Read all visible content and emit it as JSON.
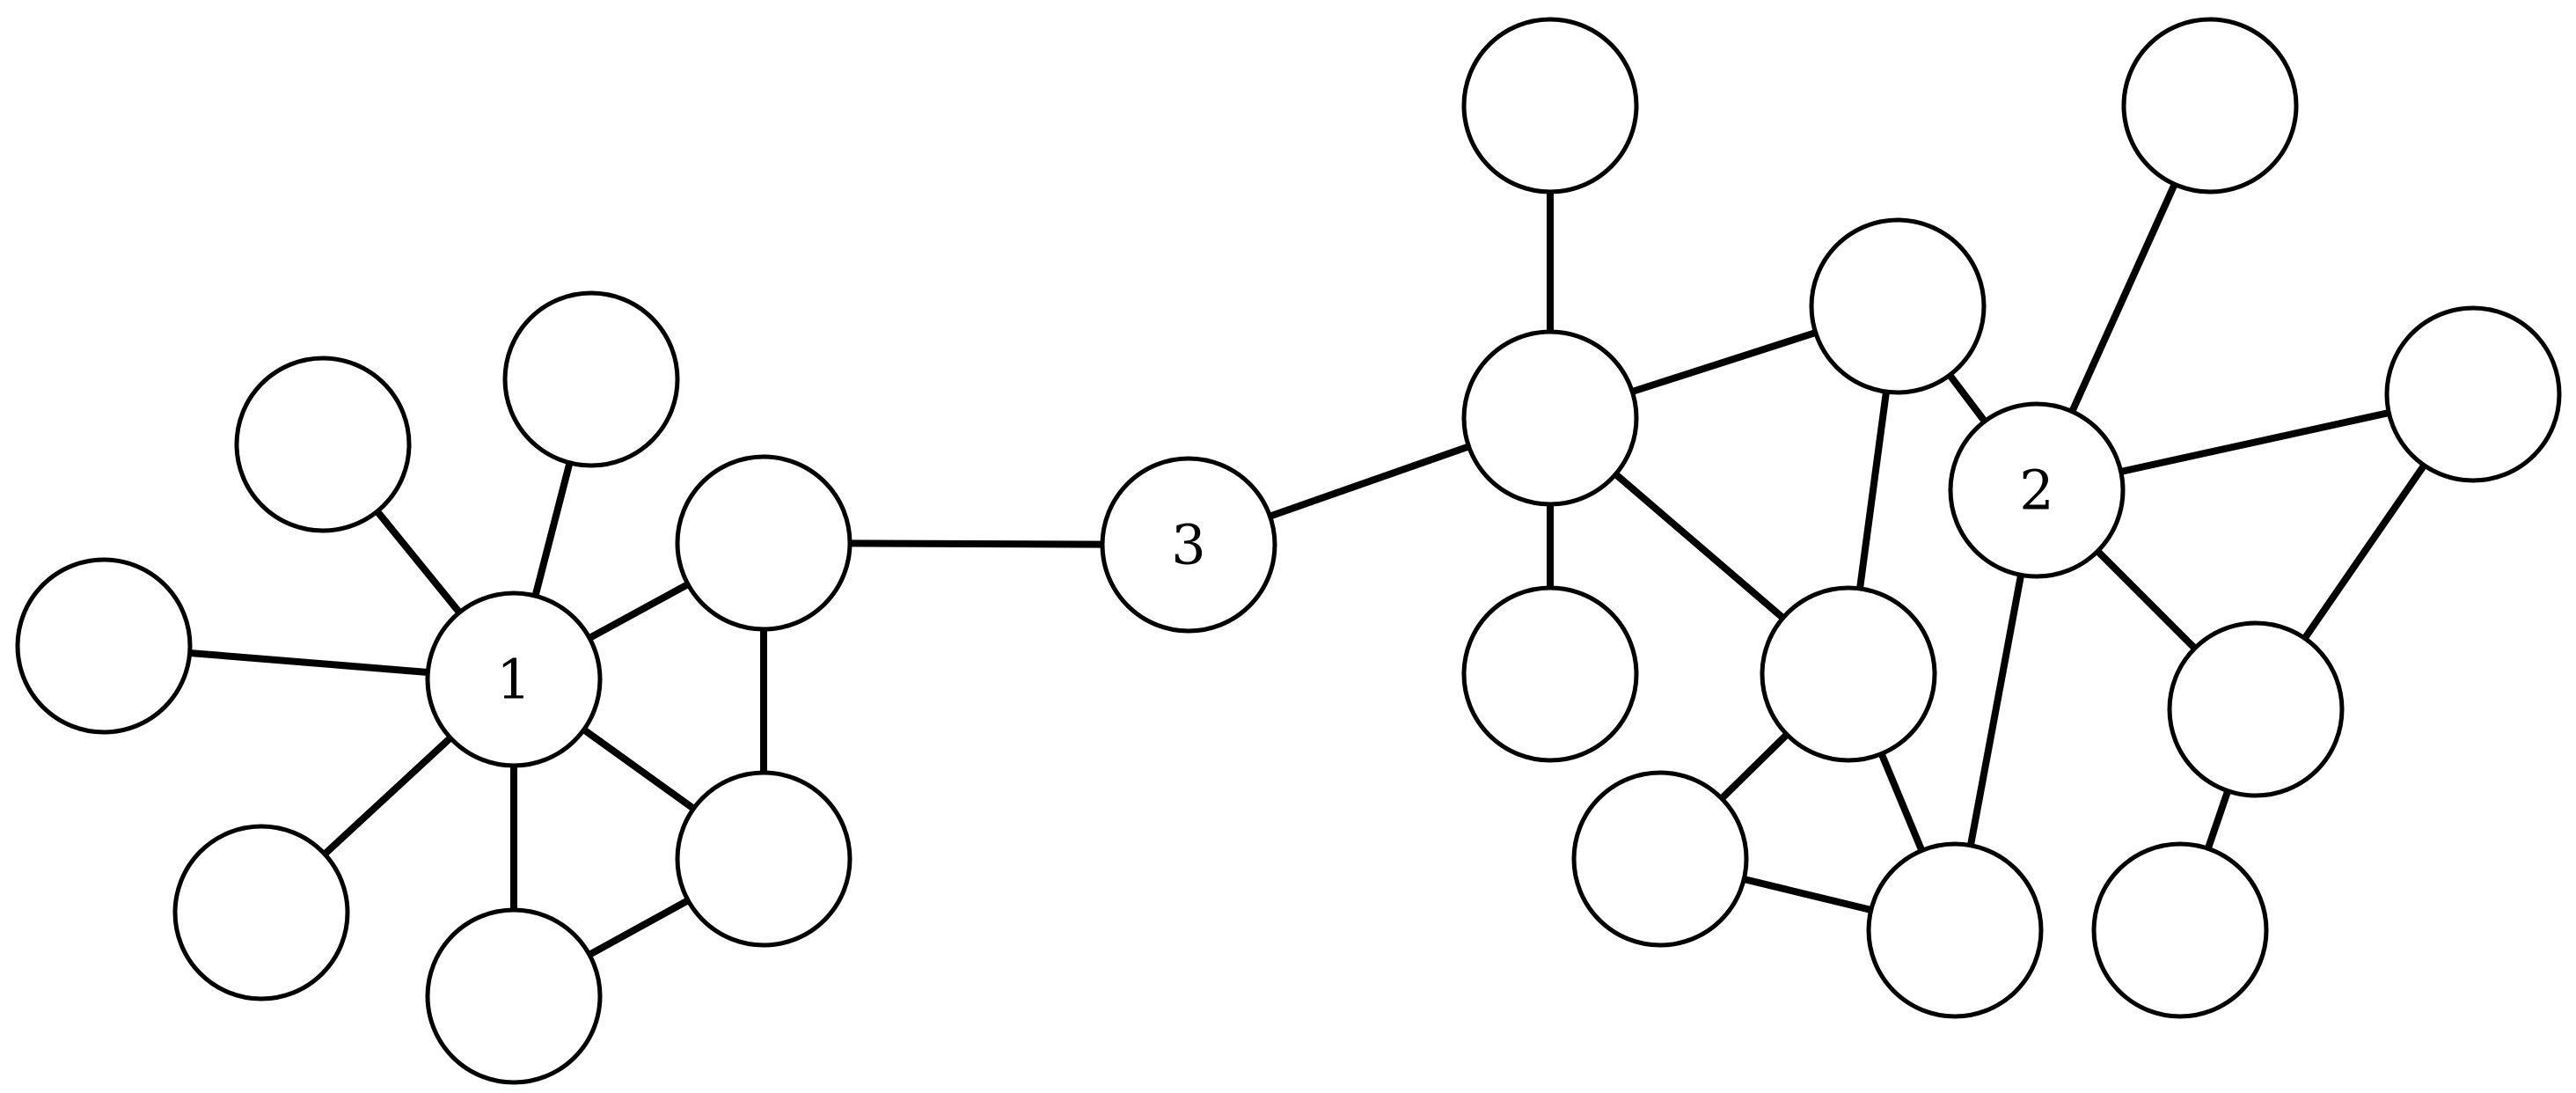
{
  "graph": {
    "nodes": [
      {
        "id": "n1",
        "label": "1"
      },
      {
        "id": "n2",
        "label": "2"
      },
      {
        "id": "n3",
        "label": "3"
      },
      {
        "id": "a1",
        "label": ""
      },
      {
        "id": "a2",
        "label": ""
      },
      {
        "id": "a3",
        "label": ""
      },
      {
        "id": "a4",
        "label": ""
      },
      {
        "id": "a5",
        "label": ""
      },
      {
        "id": "a6",
        "label": ""
      },
      {
        "id": "a7",
        "label": ""
      },
      {
        "id": "b1",
        "label": ""
      },
      {
        "id": "b2",
        "label": ""
      },
      {
        "id": "b3",
        "label": ""
      },
      {
        "id": "b4",
        "label": ""
      },
      {
        "id": "b5",
        "label": ""
      },
      {
        "id": "b6",
        "label": ""
      },
      {
        "id": "b7",
        "label": ""
      },
      {
        "id": "c1",
        "label": ""
      },
      {
        "id": "c2",
        "label": ""
      },
      {
        "id": "c3",
        "label": ""
      },
      {
        "id": "c4",
        "label": ""
      }
    ],
    "edges": [
      [
        "n1",
        "a1"
      ],
      [
        "n1",
        "a2"
      ],
      [
        "n1",
        "a3"
      ],
      [
        "n1",
        "a4"
      ],
      [
        "n1",
        "a5"
      ],
      [
        "n1",
        "a6"
      ],
      [
        "n1",
        "a7"
      ],
      [
        "a4",
        "a7"
      ],
      [
        "a6",
        "a7"
      ],
      [
        "a4",
        "n3"
      ],
      [
        "n3",
        "b1"
      ],
      [
        "b1",
        "b2"
      ],
      [
        "b1",
        "b3"
      ],
      [
        "b1",
        "b4"
      ],
      [
        "b1",
        "b5"
      ],
      [
        "b4",
        "b5"
      ],
      [
        "b4",
        "n2"
      ],
      [
        "b5",
        "b6"
      ],
      [
        "b5",
        "b7"
      ],
      [
        "b6",
        "b7"
      ],
      [
        "n2",
        "b7"
      ],
      [
        "n2",
        "c1"
      ],
      [
        "n2",
        "c2"
      ],
      [
        "n2",
        "c3"
      ],
      [
        "c2",
        "c3"
      ],
      [
        "c3",
        "c4"
      ]
    ]
  }
}
